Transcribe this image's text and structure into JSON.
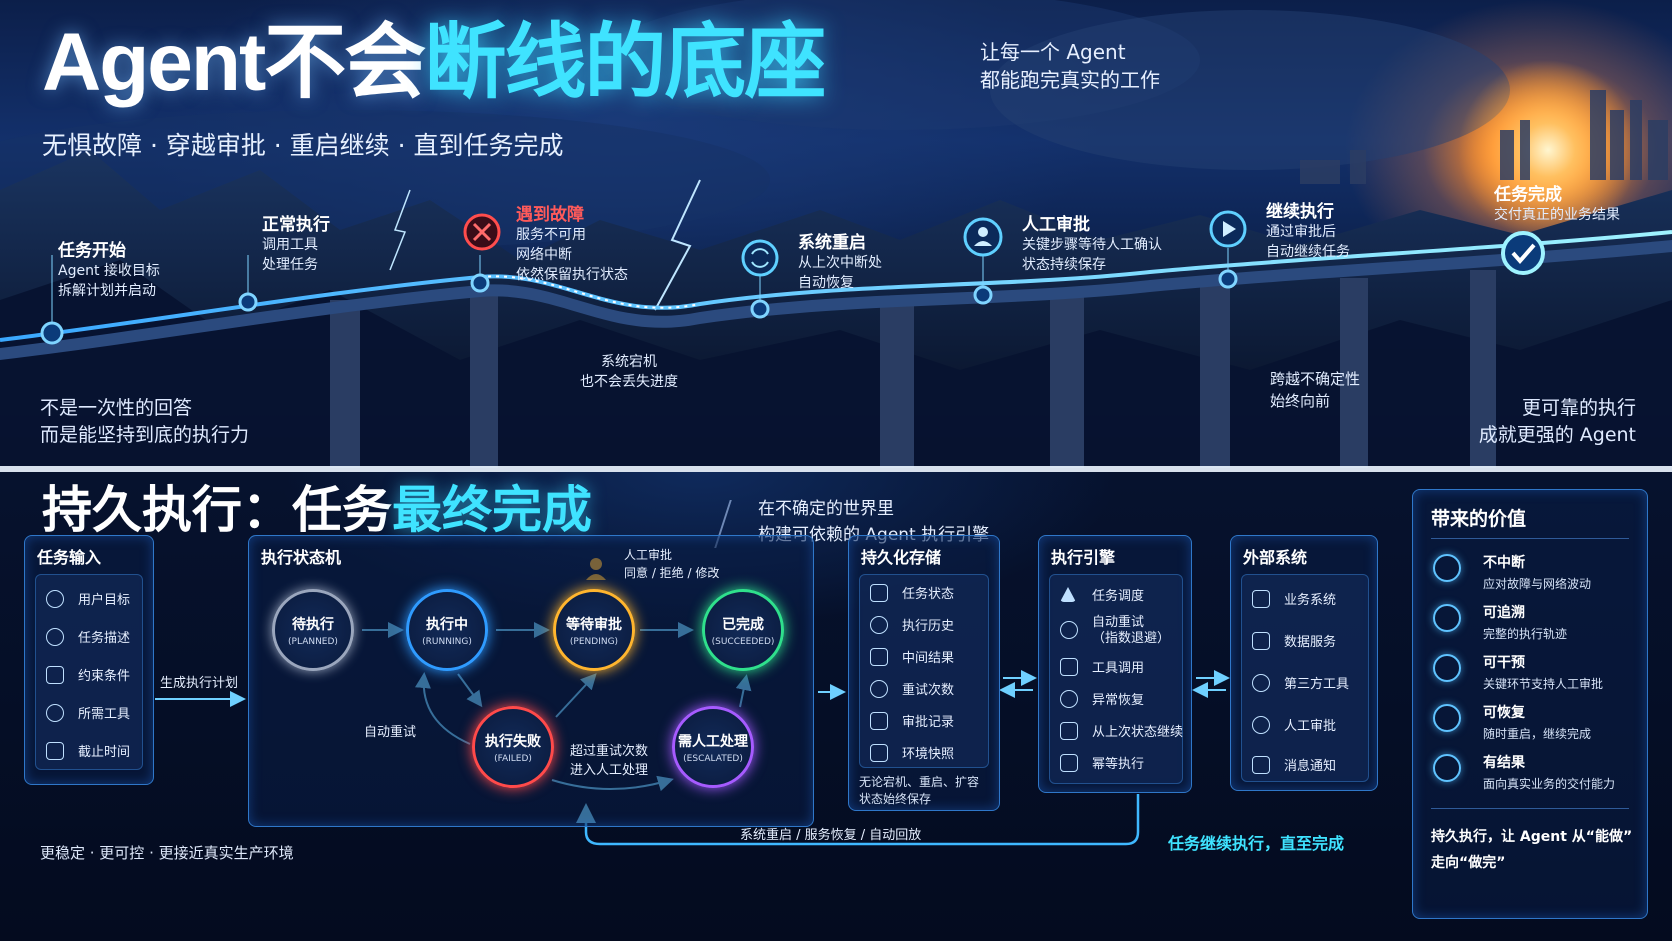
{
  "hero": {
    "title_white": "Agent不会",
    "title_cyan": "断线的底座",
    "subtitle": "无惧故障 · 穿越审批 · 重启继续 · 直到任务完成",
    "tagline": [
      "让每一个 Agent",
      "都能跑完真实的工作"
    ],
    "quote_left": [
      "不是一次性的回答",
      "而是能坚持到底的执行力"
    ],
    "quote_right": [
      "更可靠的执行",
      "成就更强的 Agent"
    ],
    "milestones": [
      {
        "title": "任务开始",
        "desc": [
          "Agent 接收目标",
          "拆解计划并启动"
        ]
      },
      {
        "title": "正常执行",
        "desc": [
          "调用工具",
          "处理任务"
        ]
      },
      {
        "title": "遇到故障",
        "desc": [
          "服务不可用",
          "网络中断",
          "依然保留执行状态"
        ]
      },
      {
        "title": "系统重启",
        "desc": [
          "从上次中断处",
          "自动恢复"
        ]
      },
      {
        "title": "人工审批",
        "desc": [
          "关键步骤等待人工确认",
          "状态持续保存"
        ]
      },
      {
        "title": "继续执行",
        "desc": [
          "通过审批后",
          "自动继续任务"
        ]
      },
      {
        "title": "任务完成",
        "desc": [
          "交付真正的业务结果"
        ]
      }
    ],
    "note_crash": [
      "系统宕机",
      "也不会丢失进度"
    ],
    "note_uncertain": [
      "跨越不确定性",
      "始终向前"
    ],
    "colors": {
      "cyan": "#3fe3ff",
      "red": "#ff4d4d",
      "sun": "#ffb54a"
    }
  },
  "bottom": {
    "title_white": "持久执行：任务",
    "title_cyan": "最终完成",
    "tagline": [
      "在不确定的世界里",
      "构建可依赖的 Agent 执行引擎"
    ],
    "footer_left": "更稳定 · 更可控 · 更接近真实生产环境",
    "footer_loop": "系统重启 / 服务恢复 / 自动回放",
    "footer_right": "任务继续执行，直至完成",
    "input": {
      "title": "任务输入",
      "items": [
        "用户目标",
        "任务描述",
        "约束条件",
        "所需工具",
        "截止时间"
      ],
      "arrow_label": "生成执行计划"
    },
    "state_machine": {
      "title": "执行状态机",
      "states": [
        {
          "name": "待执行",
          "code": "(PLANNED)",
          "color": "#9aa6bd"
        },
        {
          "name": "执行中",
          "code": "(RUNNING)",
          "color": "#2f9bff"
        },
        {
          "name": "等待审批",
          "code": "(PENDING)",
          "color": "#ffb52e"
        },
        {
          "name": "已完成",
          "code": "(SUCCEEDED)",
          "color": "#2fe08c"
        },
        {
          "name": "执行失败",
          "code": "(FAILED)",
          "color": "#ff4a4a"
        },
        {
          "name": "需人工处理",
          "code": "(ESCALATED)",
          "color": "#a65bff"
        }
      ],
      "approval_label": [
        "人工审批",
        "同意 / 拒绝 / 修改"
      ],
      "retry_label": "自动重试",
      "escalate_label": [
        "超过重试次数",
        "进入人工处理"
      ]
    },
    "storage": {
      "title": "持久化存储",
      "items": [
        "任务状态",
        "执行历史",
        "中间结果",
        "重试次数",
        "审批记录",
        "环境快照"
      ],
      "note": [
        "无论宕机、重启、扩容",
        "状态始终保存"
      ]
    },
    "engine": {
      "title": "执行引擎",
      "items": [
        "任务调度",
        "自动重试\n（指数退避）",
        "工具调用",
        "异常恢复",
        "从上次状态继续",
        "幂等执行"
      ]
    },
    "external": {
      "title": "外部系统",
      "items": [
        "业务系统",
        "数据服务",
        "第三方工具",
        "人工审批",
        "消息通知"
      ]
    },
    "value": {
      "title": "带来的价值",
      "items": [
        {
          "title": "不中断",
          "desc": "应对故障与网络波动"
        },
        {
          "title": "可追溯",
          "desc": "完整的执行轨迹"
        },
        {
          "title": "可干预",
          "desc": "关键环节支持人工审批"
        },
        {
          "title": "可恢复",
          "desc": "随时重启，继续完成"
        },
        {
          "title": "有结果",
          "desc": "面向真实业务的交付能力"
        }
      ],
      "summary": [
        "持久执行，让 Agent 从“能做”",
        "走向“做完”"
      ]
    }
  }
}
